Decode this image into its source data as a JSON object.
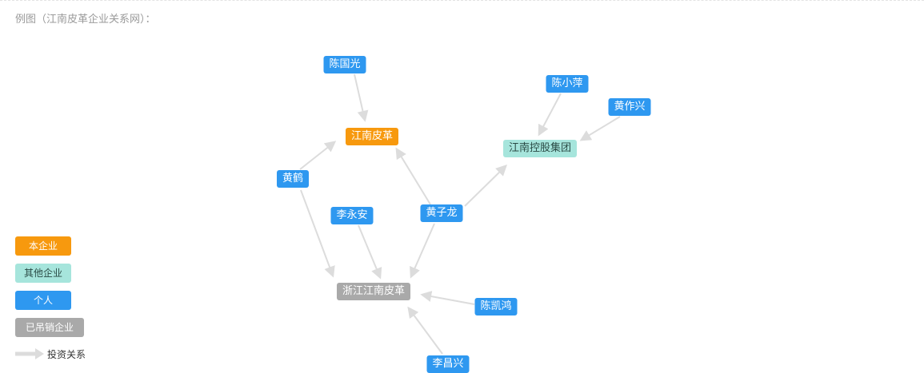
{
  "title": "例图（江南皮革企业关系网）：",
  "colors": {
    "self": "#f7990e",
    "other": "#a6e5dc",
    "person": "#2e98f0",
    "revoked": "#a9a9a9",
    "edge": "#dcdcdc"
  },
  "nodes": {
    "chen_guoguang": {
      "label": "陈国光",
      "type": "person"
    },
    "jiangnan_pige": {
      "label": "江南皮革",
      "type": "self"
    },
    "chen_xiaoping": {
      "label": "陈小萍",
      "type": "person"
    },
    "huang_zuoxing": {
      "label": "黄作兴",
      "type": "person"
    },
    "jiangnan_konggu": {
      "label": "江南控股集团",
      "type": "other"
    },
    "huang_he": {
      "label": "黄鹤",
      "type": "person"
    },
    "li_yongan": {
      "label": "李永安",
      "type": "person"
    },
    "huang_zilong": {
      "label": "黄子龙",
      "type": "person"
    },
    "zhejiang_jiangnan_pige": {
      "label": "浙江江南皮革",
      "type": "revoked"
    },
    "chen_kaihong": {
      "label": "陈凯鸿",
      "type": "person"
    },
    "li_changxing": {
      "label": "李昌兴",
      "type": "person"
    }
  },
  "edges": [
    {
      "from": "chen_guoguang",
      "to": "jiangnan_pige",
      "relation": "投资关系"
    },
    {
      "from": "huang_he",
      "to": "jiangnan_pige",
      "relation": "投资关系"
    },
    {
      "from": "huang_zilong",
      "to": "jiangnan_pige",
      "relation": "投资关系"
    },
    {
      "from": "huang_zilong",
      "to": "jiangnan_konggu",
      "relation": "投资关系"
    },
    {
      "from": "chen_xiaoping",
      "to": "jiangnan_konggu",
      "relation": "投资关系"
    },
    {
      "from": "huang_zuoxing",
      "to": "jiangnan_konggu",
      "relation": "投资关系"
    },
    {
      "from": "huang_he",
      "to": "zhejiang_jiangnan_pige",
      "relation": "投资关系"
    },
    {
      "from": "li_yongan",
      "to": "zhejiang_jiangnan_pige",
      "relation": "投资关系"
    },
    {
      "from": "huang_zilong",
      "to": "zhejiang_jiangnan_pige",
      "relation": "投资关系"
    },
    {
      "from": "chen_kaihong",
      "to": "zhejiang_jiangnan_pige",
      "relation": "投资关系"
    },
    {
      "from": "li_changxing",
      "to": "zhejiang_jiangnan_pige",
      "relation": "投资关系"
    }
  ],
  "legend": {
    "self": "本企业",
    "other": "其他企业",
    "person": "个人",
    "revoked": "已吊销企业",
    "edge": "投资关系"
  }
}
